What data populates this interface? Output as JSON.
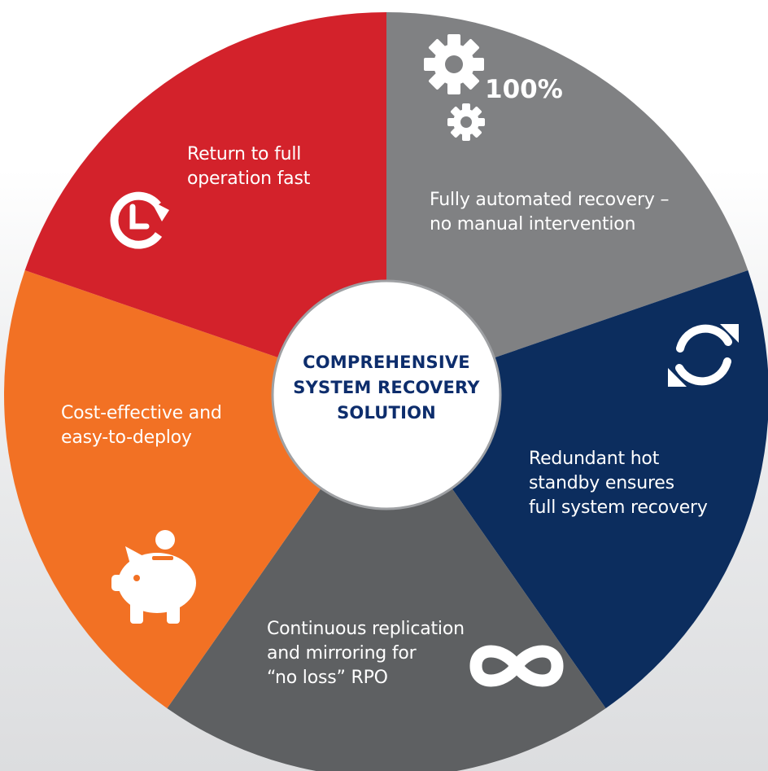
{
  "diagram": {
    "center_title_lines": [
      "COMPREHENSIVE",
      "SYSTEM RECOVERY",
      "SOLUTION"
    ],
    "segments": [
      {
        "key": "automated",
        "color": "#808183",
        "lines": [
          "Fully automated recovery –",
          "no manual intervention"
        ],
        "badge": "100%",
        "icon": "gears-icon"
      },
      {
        "key": "redundant",
        "color": "#0c2d5e",
        "lines": [
          "Redundant hot",
          "standby ensures",
          "full system recovery"
        ],
        "icon": "sync-icon"
      },
      {
        "key": "replication",
        "color": "#5e6062",
        "lines": [
          "Continuous replication",
          "and mirroring for",
          "“no loss” RPO"
        ],
        "icon": "infinity-icon"
      },
      {
        "key": "cost",
        "color": "#f27124",
        "lines": [
          "Cost-effective and",
          "easy-to-deploy"
        ],
        "icon": "piggy-bank-icon"
      },
      {
        "key": "fast",
        "color": "#d3222b",
        "lines": [
          "Return to full",
          "operation fast"
        ],
        "icon": "clock-return-icon"
      }
    ]
  }
}
